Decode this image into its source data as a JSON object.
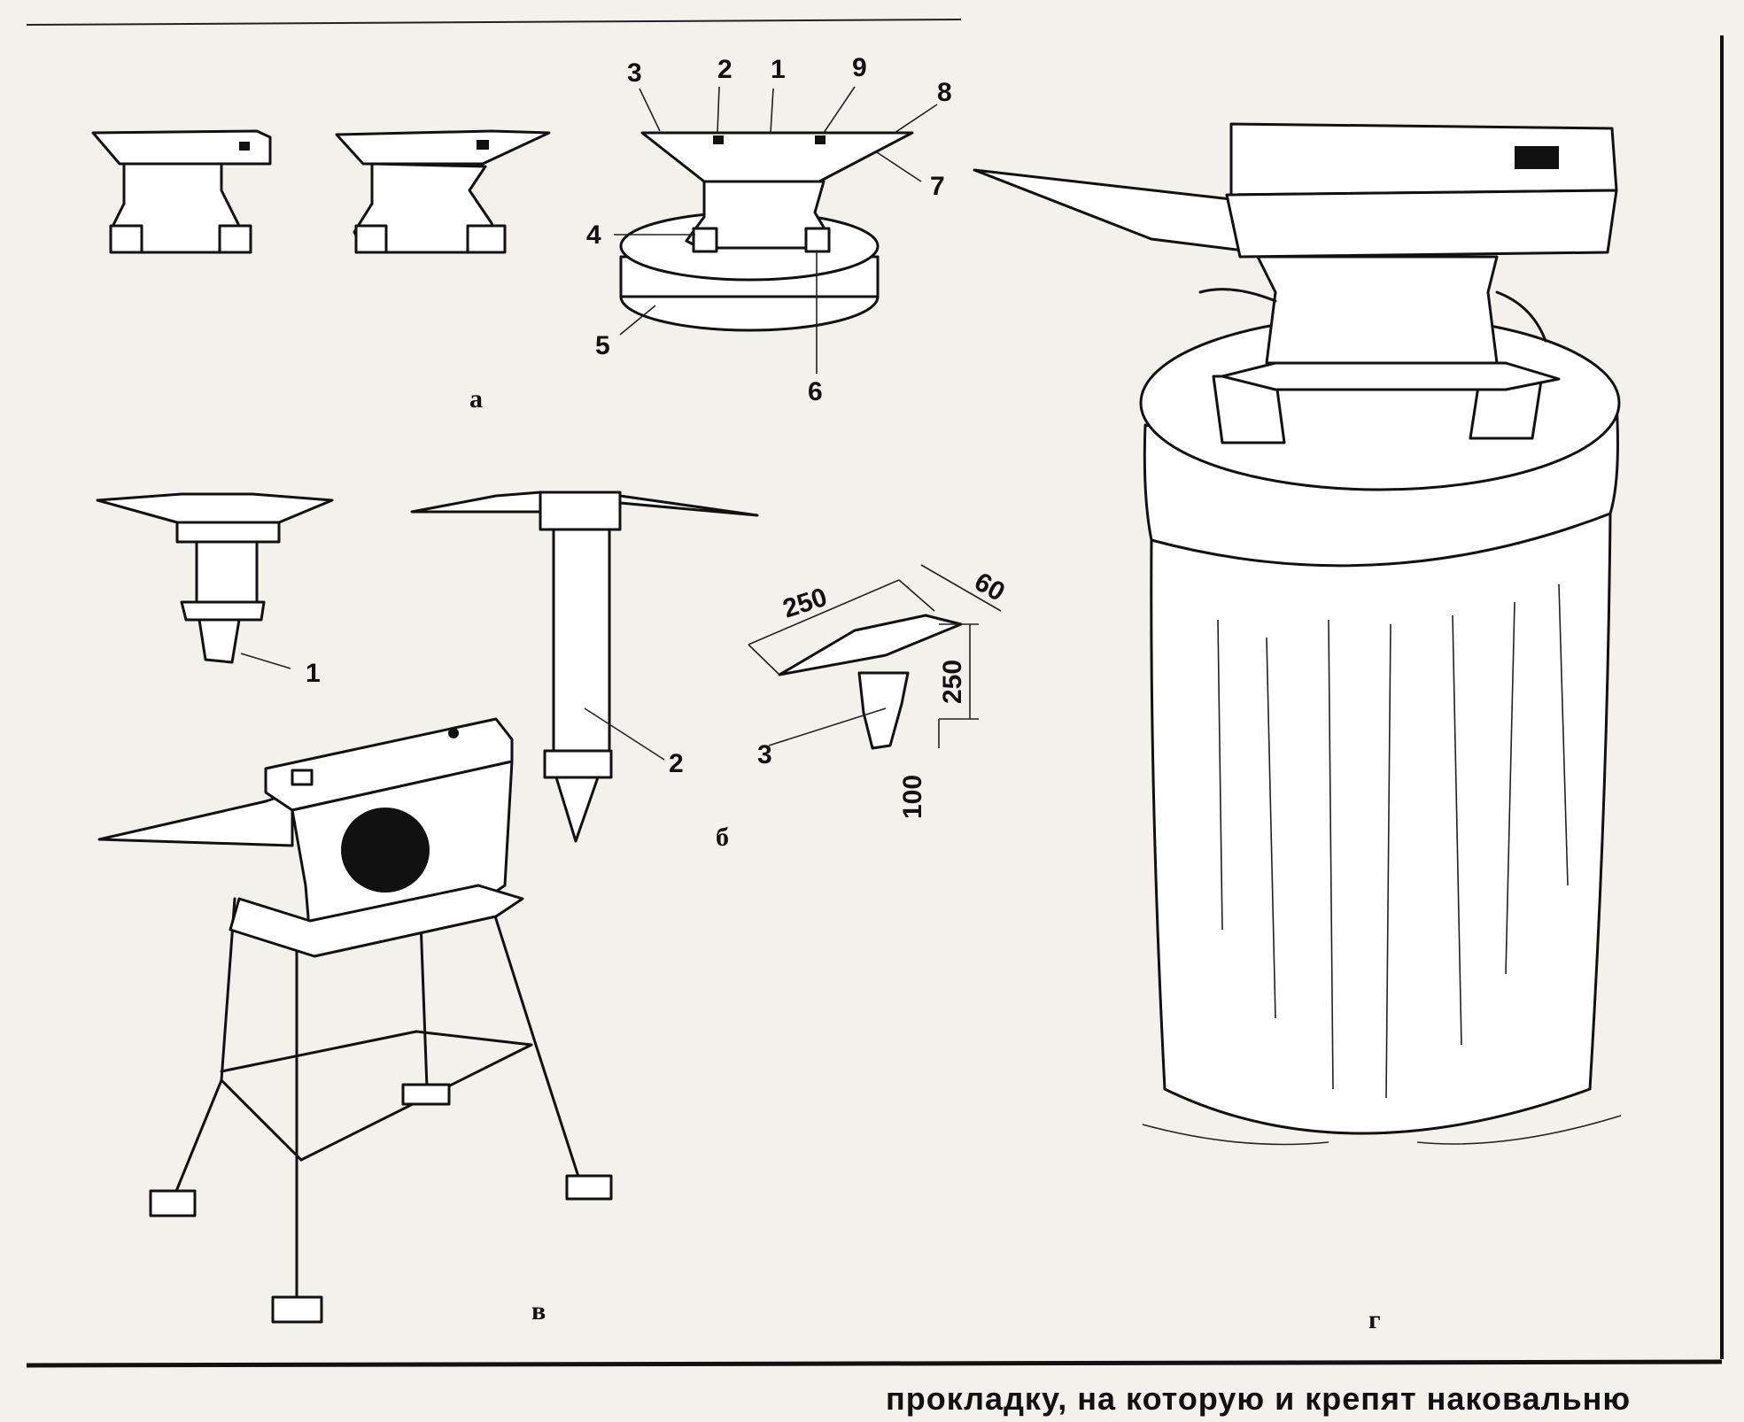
{
  "labels": {
    "panel_a_callouts": [
      "3",
      "2",
      "1",
      "9",
      "8",
      "7",
      "4",
      "5",
      "6"
    ],
    "panel_a_letter": "а",
    "panel_b_callouts": [
      "1",
      "2",
      "3"
    ],
    "panel_b_letter": "б",
    "panel_c_letter": "в",
    "panel_d_letter": "г"
  },
  "dimensions": {
    "length": "250",
    "width": "60",
    "height": "250",
    "shank": "100"
  },
  "footer_text": "прокладку, на которую и крепят наковальню"
}
